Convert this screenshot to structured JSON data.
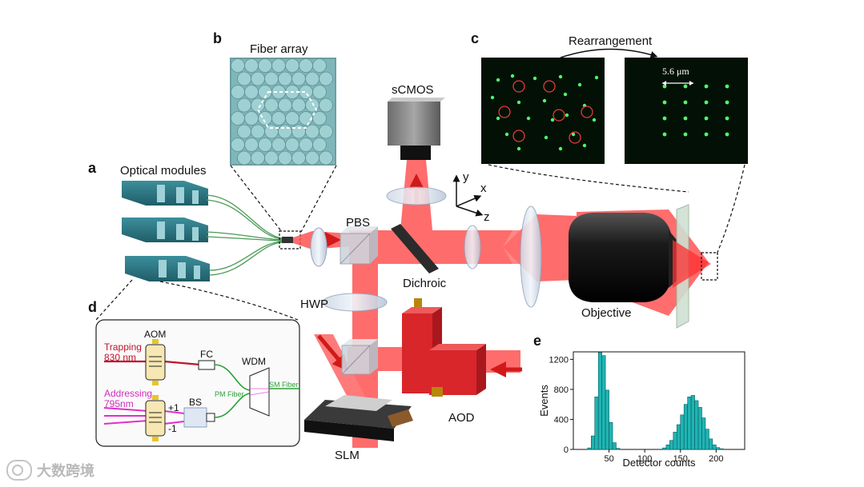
{
  "panels": {
    "a": "a",
    "b": "b",
    "c": "c",
    "d": "d",
    "e": "e"
  },
  "labels": {
    "fiber_array": "Fiber array",
    "optical_modules": "Optical modules",
    "scmos": "sCMOS",
    "pbs": "PBS",
    "dichroic": "Dichroic",
    "hwp": "HWP",
    "objective": "Objective",
    "slm": "SLM",
    "aod": "AOD",
    "rearrangement": "Rearrangement",
    "scale": "5.6 μm",
    "axis_x": "x",
    "axis_y": "y",
    "axis_z": "z"
  },
  "inset_d": {
    "trapping": "Trapping",
    "trapping_nm": "830 nm",
    "addressing": "Addressing",
    "addressing_nm": "795nm",
    "aom": "AOM",
    "fc": "FC",
    "wdm": "WDM",
    "pm_fiber": "PM Fiber",
    "sm_fiber": "SM Fiber",
    "bs": "BS",
    "plus1": "+1",
    "minus1": "-1"
  },
  "colors": {
    "beam": "#ff3b3b",
    "module": "#2f7a86",
    "aod": "#d8262b",
    "hist": "#1fb4b4"
  },
  "watermark": "大数跨境",
  "chart_data": {
    "type": "bar",
    "title": "",
    "xlabel": "Detector counts",
    "ylabel": "Events",
    "xlim": [
      0,
      240
    ],
    "ylim": [
      0,
      1300
    ],
    "xticks": [
      50,
      100,
      150,
      200
    ],
    "yticks": [
      0,
      400,
      800,
      1200
    ],
    "bin_width": 5,
    "x": [
      20,
      25,
      30,
      35,
      40,
      45,
      50,
      55,
      60,
      125,
      130,
      135,
      140,
      145,
      150,
      155,
      160,
      165,
      170,
      175,
      180,
      185,
      190,
      195,
      200,
      205
    ],
    "values": [
      20,
      180,
      700,
      1290,
      1250,
      790,
      360,
      90,
      15,
      20,
      60,
      120,
      230,
      330,
      460,
      600,
      700,
      720,
      650,
      560,
      420,
      270,
      140,
      60,
      25,
      10
    ]
  }
}
